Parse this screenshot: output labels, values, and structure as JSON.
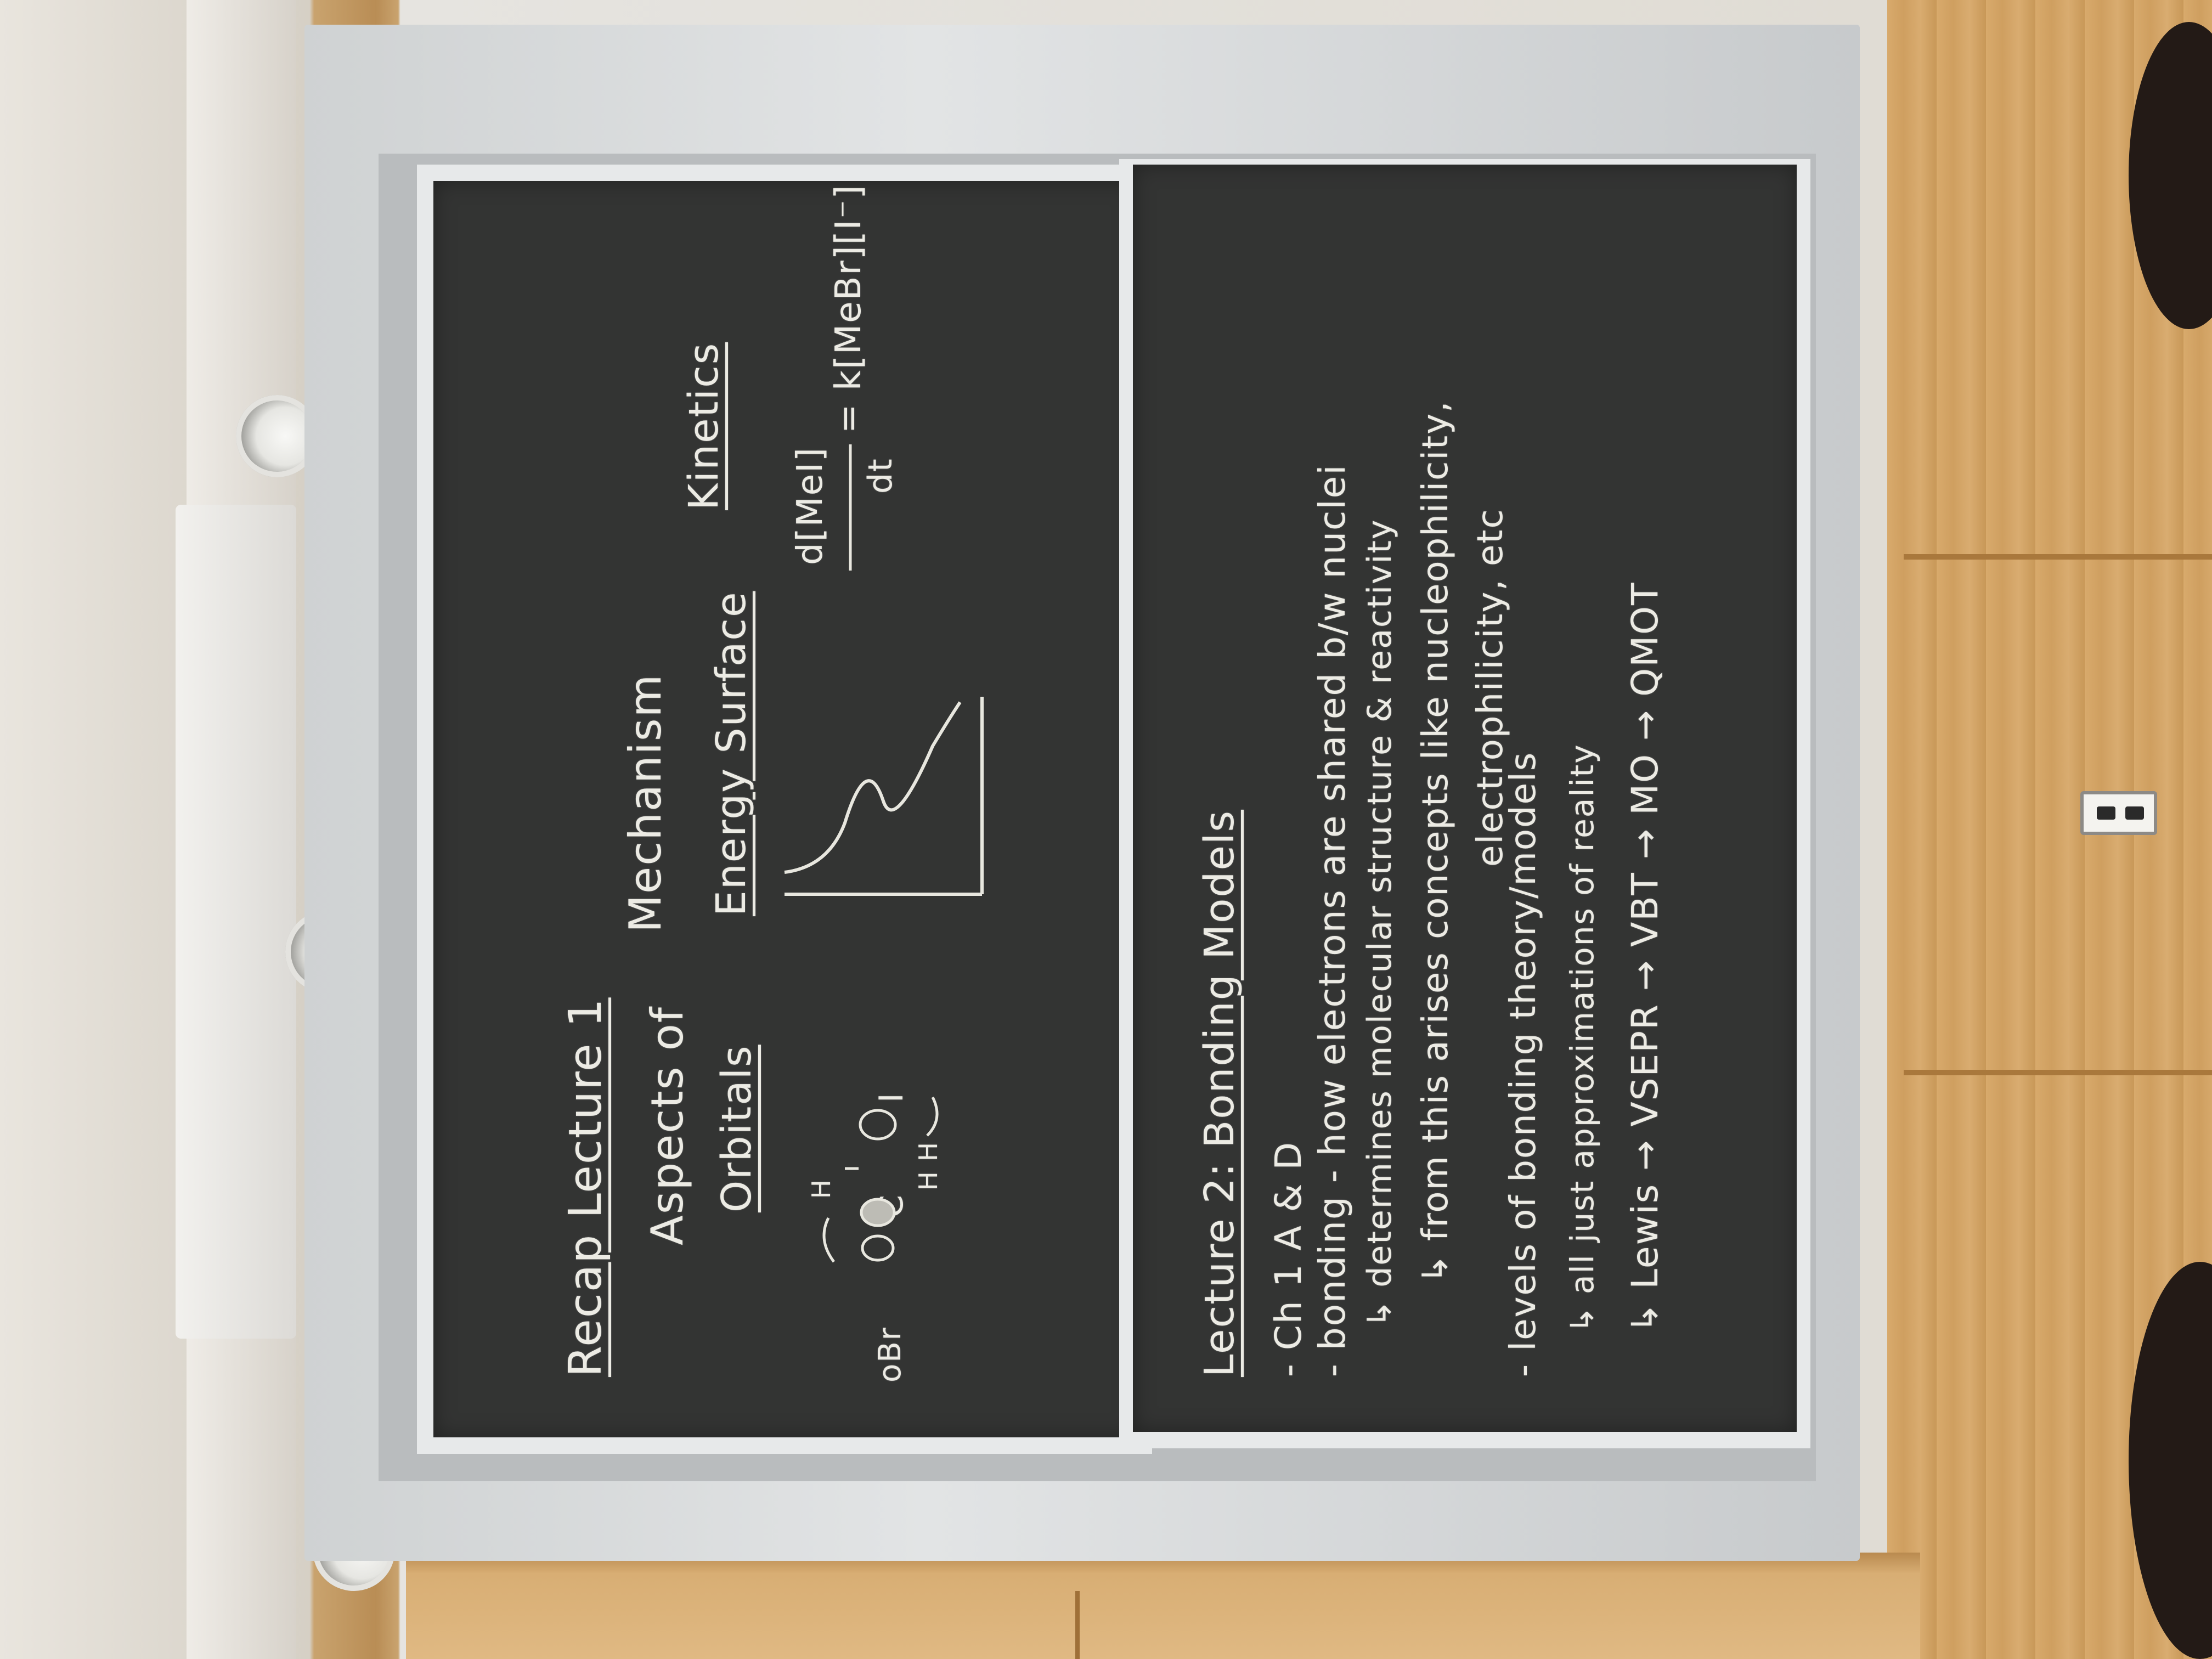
{
  "scene": "Chalkboard in a lecture room (photo rotated 90°)",
  "left_board": {
    "title": "Recap Lecture 1",
    "subtitle_prefix": "Aspects of",
    "subtitle_word": "Mechanism",
    "topics": [
      "Orbitals",
      "Energy Surface",
      "Kinetics"
    ],
    "orbital_sketch_label": "oBr",
    "orbital_center": "C",
    "orbital_right": "I",
    "orbital_h_top": "H",
    "orbital_h_bottom": "H  H",
    "kinetics_numerator": "d[MeI]",
    "kinetics_denominator": "dt",
    "kinetics_rhs": "= k[MeBr][I⁻]"
  },
  "right_board": {
    "title": "Lecture 2: Bonding Models",
    "lines": [
      "- Ch 1  A & D",
      "- bonding - how electrons are shared b/w nuclei",
      "↳ determines  molecular structure & reactivity",
      "↳ from this arises concepts like nucleophilicity,",
      "electrophilicity, etc",
      "- levels of bonding theory/models",
      "↳ all just approximations of reality",
      "↳ Lewis → VSEPR → VBT → MO → QMOT"
    ]
  }
}
